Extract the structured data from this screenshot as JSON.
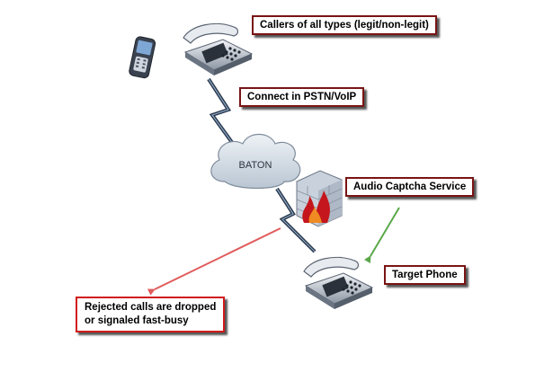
{
  "labels": {
    "callers": "Callers of all types (legit/non-legit)",
    "connect": "Connect in PSTN/VoIP",
    "captcha": "Audio Captcha Service",
    "target": "Target Phone",
    "rejected_line1": "Rejected calls are dropped",
    "rejected_line2": "or signaled fast-busy"
  },
  "cloud": {
    "label": "BATON"
  },
  "icons": [
    "mobile-phone-icon",
    "desk-phone-icon",
    "lightning-link-icon",
    "cloud-icon",
    "firewall-icon",
    "target-desk-phone-icon"
  ],
  "colors": {
    "label_border": "#7a1414",
    "rejected_border": "#d11b1b",
    "rejected_arrow": "#e05b5b",
    "captcha_arrow": "#5aa84a",
    "link": "#27364a",
    "cloud_fill": "#dbe3ec",
    "firewall_brick": "#b9c2cf"
  }
}
